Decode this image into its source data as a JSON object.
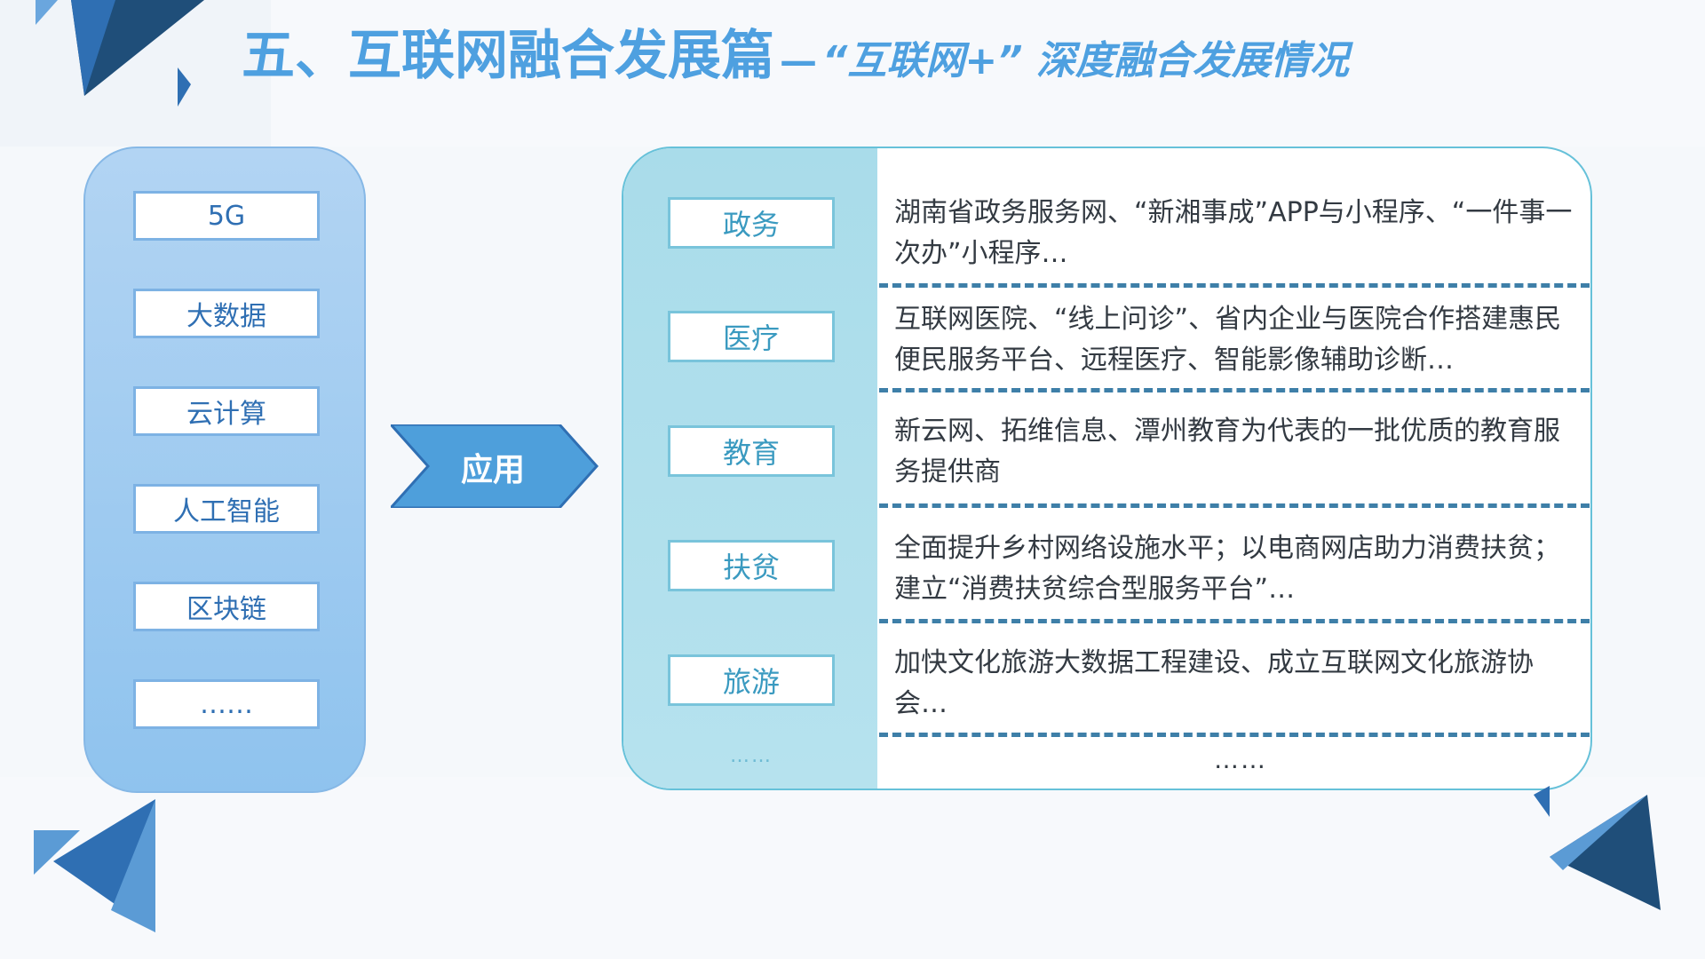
{
  "title": {
    "main": "五、互联网融合发展篇",
    "dash": "—",
    "sub": "“互联网+” 深度融合发展情况"
  },
  "technologies": {
    "items": [
      "5G",
      "大数据",
      "云计算",
      "人工智能",
      "区块链",
      "……"
    ]
  },
  "arrow": {
    "label": "应用"
  },
  "applications": {
    "items": [
      {
        "category": "政务",
        "description": "湖南省政务服务网、“新湘事成”APP与小程序、“一件事一次办”小程序…"
      },
      {
        "category": "医疗",
        "description": "互联网医院、“线上问诊”、省内企业与医院合作搭建惠民便民服务平台、远程医疗、智能影像辅助诊断…"
      },
      {
        "category": "教育",
        "description": "新云网、拓维信息、潭州教育为代表的一批优质的教育服务提供商"
      },
      {
        "category": "扶贫",
        "description": "全面提升乡村网络设施水平；以电商网店助力消费扶贫；建立“消费扶贫综合型服务平台”…"
      },
      {
        "category": "旅游",
        "description": "加快文化旅游大数据工程建设、成立互联网文化旅游协会…"
      }
    ],
    "more_category": "……",
    "more_description": "……"
  },
  "colors": {
    "title": "#4ea0e0",
    "tech_panel": "#a6cff1",
    "arrow": "#4e9fdb",
    "app_panel_border": "#66c1d9",
    "divider": "#3e7fa8",
    "triangle_dark": "#1f4e79",
    "triangle_mid": "#2f6fb3",
    "triangle_light": "#5b9bd5"
  }
}
